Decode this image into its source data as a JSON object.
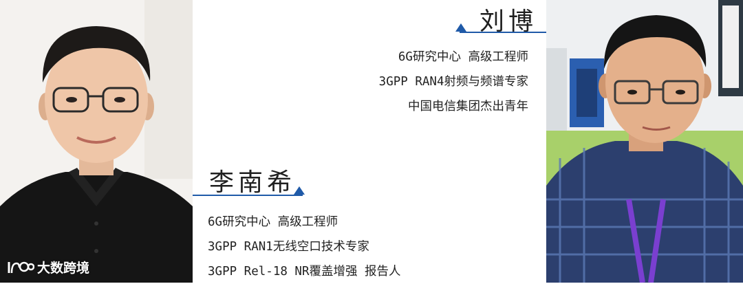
{
  "people": [
    {
      "name": "刘博",
      "titles": [
        "6G研究中心 高级工程师",
        "3GPP RAN4射频与频谱专家",
        "中国电信集团杰出青年"
      ]
    },
    {
      "name": "李南希",
      "titles": [
        "6G研究中心 高级工程师",
        "3GPP RAN1无线空口技术专家",
        "3GPP Rel-18 NR覆盖增强 报告人"
      ]
    }
  ],
  "watermark": {
    "text": "大数跨境"
  },
  "colors": {
    "accent": "#1f5aa8",
    "text": "#222222"
  }
}
